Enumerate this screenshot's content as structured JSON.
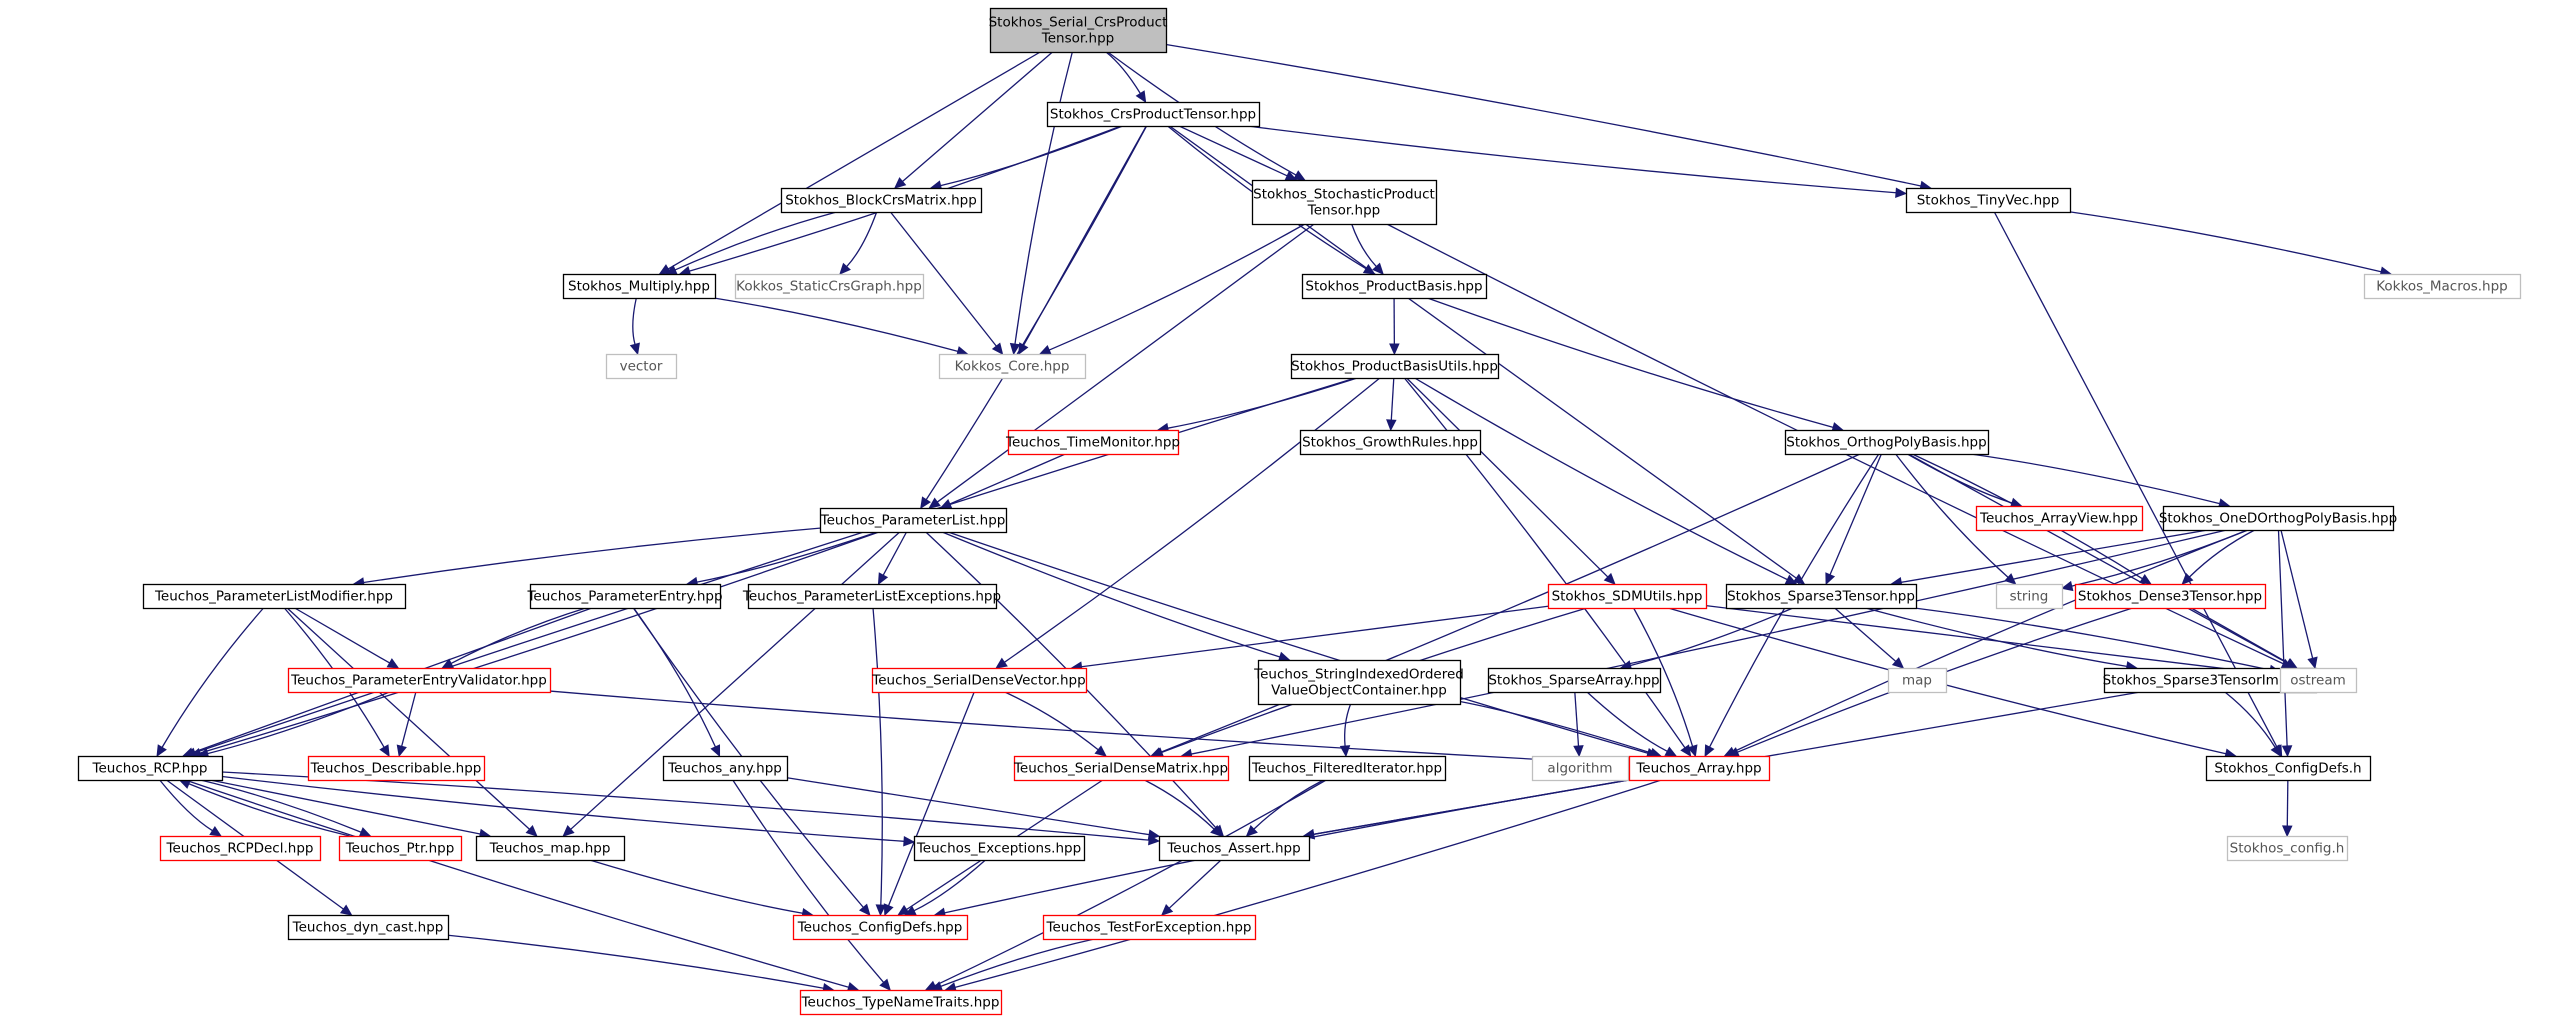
{
  "styles": {
    "root": {
      "fill": "#bfbfbf",
      "stroke": "#000000"
    },
    "black": {
      "fill": "#ffffff",
      "stroke": "#000000"
    },
    "red": {
      "fill": "#ffffff",
      "stroke": "#ff0000"
    },
    "gray": {
      "fill": "#ffffff",
      "stroke": "#bfbfbf"
    },
    "edge_color": "#191970"
  },
  "nodes": [
    {
      "id": "root",
      "lines": [
        "Stokhos_Serial_CrsProduct",
        "Tensor.hpp"
      ],
      "style": "root"
    },
    {
      "id": "crs",
      "lines": [
        "Stokhos_CrsProductTensor.hpp"
      ],
      "style": "black"
    },
    {
      "id": "block",
      "lines": [
        "Stokhos_BlockCrsMatrix.hpp"
      ],
      "style": "black"
    },
    {
      "id": "stoch",
      "lines": [
        "Stokhos_StochasticProduct",
        "Tensor.hpp"
      ],
      "style": "black"
    },
    {
      "id": "tinyvec",
      "lines": [
        "Stokhos_TinyVec.hpp"
      ],
      "style": "black"
    },
    {
      "id": "multiply",
      "lines": [
        "Stokhos_Multiply.hpp"
      ],
      "style": "black"
    },
    {
      "id": "staticcrs",
      "lines": [
        "Kokkos_StaticCrsGraph.hpp"
      ],
      "style": "gray"
    },
    {
      "id": "pbasis",
      "lines": [
        "Stokhos_ProductBasis.hpp"
      ],
      "style": "black"
    },
    {
      "id": "kmacros",
      "lines": [
        "Kokkos_Macros.hpp"
      ],
      "style": "gray"
    },
    {
      "id": "vector",
      "lines": [
        "vector"
      ],
      "style": "gray"
    },
    {
      "id": "kcore",
      "lines": [
        "Kokkos_Core.hpp"
      ],
      "style": "gray"
    },
    {
      "id": "pbutils",
      "lines": [
        "Stokhos_ProductBasisUtils.hpp"
      ],
      "style": "black"
    },
    {
      "id": "timemon",
      "lines": [
        "Teuchos_TimeMonitor.hpp"
      ],
      "style": "red"
    },
    {
      "id": "growth",
      "lines": [
        "Stokhos_GrowthRules.hpp"
      ],
      "style": "black"
    },
    {
      "id": "orthog",
      "lines": [
        "Stokhos_OrthogPolyBasis.hpp"
      ],
      "style": "black"
    },
    {
      "id": "plist",
      "lines": [
        "Teuchos_ParameterList.hpp"
      ],
      "style": "black"
    },
    {
      "id": "arrayview",
      "lines": [
        "Teuchos_ArrayView.hpp"
      ],
      "style": "red"
    },
    {
      "id": "oned",
      "lines": [
        "Stokhos_OneDOrthogPolyBasis.hpp"
      ],
      "style": "black"
    },
    {
      "id": "plmod",
      "lines": [
        "Teuchos_ParameterListModifier.hpp"
      ],
      "style": "black"
    },
    {
      "id": "pentry",
      "lines": [
        "Teuchos_ParameterEntry.hpp"
      ],
      "style": "black"
    },
    {
      "id": "plexc",
      "lines": [
        "Teuchos_ParameterListExceptions.hpp"
      ],
      "style": "black"
    },
    {
      "id": "sdmutils",
      "lines": [
        "Stokhos_SDMUtils.hpp"
      ],
      "style": "red"
    },
    {
      "id": "sparse3",
      "lines": [
        "Stokhos_Sparse3Tensor.hpp"
      ],
      "style": "black"
    },
    {
      "id": "string",
      "lines": [
        "string"
      ],
      "style": "gray"
    },
    {
      "id": "dense3",
      "lines": [
        "Stokhos_Dense3Tensor.hpp"
      ],
      "style": "red"
    },
    {
      "id": "pevalid",
      "lines": [
        "Teuchos_ParameterEntryValidator.hpp"
      ],
      "style": "red"
    },
    {
      "id": "sdv",
      "lines": [
        "Teuchos_SerialDenseVector.hpp"
      ],
      "style": "red"
    },
    {
      "id": "sivo",
      "lines": [
        "Teuchos_StringIndexedOrdered",
        "ValueObjectContainer.hpp"
      ],
      "style": "black"
    },
    {
      "id": "sparsearr",
      "lines": [
        "Stokhos_SparseArray.hpp"
      ],
      "style": "black"
    },
    {
      "id": "map",
      "lines": [
        "map"
      ],
      "style": "gray"
    },
    {
      "id": "sp3imp",
      "lines": [
        "Stokhos_Sparse3TensorImp.hpp"
      ],
      "style": "black"
    },
    {
      "id": "ostream",
      "lines": [
        "ostream"
      ],
      "style": "gray"
    },
    {
      "id": "rcp",
      "lines": [
        "Teuchos_RCP.hpp"
      ],
      "style": "black"
    },
    {
      "id": "describ",
      "lines": [
        "Teuchos_Describable.hpp"
      ],
      "style": "red"
    },
    {
      "id": "any",
      "lines": [
        "Teuchos_any.hpp"
      ],
      "style": "black"
    },
    {
      "id": "sdm",
      "lines": [
        "Teuchos_SerialDenseMatrix.hpp"
      ],
      "style": "red"
    },
    {
      "id": "filtiter",
      "lines": [
        "Teuchos_FilteredIterator.hpp"
      ],
      "style": "black"
    },
    {
      "id": "algorithm",
      "lines": [
        "algorithm"
      ],
      "style": "gray"
    },
    {
      "id": "array",
      "lines": [
        "Teuchos_Array.hpp"
      ],
      "style": "red"
    },
    {
      "id": "configdefs_h",
      "lines": [
        "Stokhos_ConfigDefs.h"
      ],
      "style": "black"
    },
    {
      "id": "rcpdecl",
      "lines": [
        "Teuchos_RCPDecl.hpp"
      ],
      "style": "red"
    },
    {
      "id": "ptr",
      "lines": [
        "Teuchos_Ptr.hpp"
      ],
      "style": "red"
    },
    {
      "id": "tmap",
      "lines": [
        "Teuchos_map.hpp"
      ],
      "style": "black"
    },
    {
      "id": "exceptions",
      "lines": [
        "Teuchos_Exceptions.hpp"
      ],
      "style": "black"
    },
    {
      "id": "assert",
      "lines": [
        "Teuchos_Assert.hpp"
      ],
      "style": "black"
    },
    {
      "id": "sconfig",
      "lines": [
        "Stokhos_config.h"
      ],
      "style": "gray"
    },
    {
      "id": "dyncast",
      "lines": [
        "Teuchos_dyn_cast.hpp"
      ],
      "style": "black"
    },
    {
      "id": "tconfig",
      "lines": [
        "Teuchos_ConfigDefs.hpp"
      ],
      "style": "red"
    },
    {
      "id": "testexc",
      "lines": [
        "Teuchos_TestForException.hpp"
      ],
      "style": "red"
    },
    {
      "id": "typename",
      "lines": [
        "Teuchos_TypeNameTraits.hpp"
      ],
      "style": "red"
    }
  ],
  "edges": [
    [
      "root",
      "crs"
    ],
    [
      "root",
      "block"
    ],
    [
      "root",
      "stoch"
    ],
    [
      "root",
      "tinyvec"
    ],
    [
      "root",
      "multiply"
    ],
    [
      "root",
      "kcore"
    ],
    [
      "crs",
      "block"
    ],
    [
      "crs",
      "stoch"
    ],
    [
      "crs",
      "tinyvec"
    ],
    [
      "crs",
      "multiply"
    ],
    [
      "crs",
      "kcore"
    ],
    [
      "crs",
      "pbasis"
    ],
    [
      "crs",
      "plist"
    ],
    [
      "crs",
      "sparse3"
    ],
    [
      "block",
      "multiply"
    ],
    [
      "block",
      "staticcrs"
    ],
    [
      "block",
      "kcore"
    ],
    [
      "stoch",
      "pbasis"
    ],
    [
      "stoch",
      "kcore"
    ],
    [
      "stoch",
      "plist"
    ],
    [
      "stoch",
      "ostream"
    ],
    [
      "tinyvec",
      "kmacros"
    ],
    [
      "tinyvec",
      "configdefs_h"
    ],
    [
      "multiply",
      "vector"
    ],
    [
      "multiply",
      "kcore"
    ],
    [
      "pbasis",
      "pbutils"
    ],
    [
      "pbasis",
      "orthog"
    ],
    [
      "pbutils",
      "timemon"
    ],
    [
      "pbutils",
      "growth"
    ],
    [
      "pbutils",
      "rcp"
    ],
    [
      "pbutils",
      "sdv"
    ],
    [
      "pbutils",
      "sdmutils"
    ],
    [
      "pbutils",
      "sparse3"
    ],
    [
      "pbutils",
      "array"
    ],
    [
      "timemon",
      "plist"
    ],
    [
      "orthog",
      "arrayview"
    ],
    [
      "orthog",
      "oned"
    ],
    [
      "orthog",
      "sparse3"
    ],
    [
      "orthog",
      "string"
    ],
    [
      "orthog",
      "dense3"
    ],
    [
      "orthog",
      "ostream"
    ],
    [
      "orthog",
      "array"
    ],
    [
      "orthog",
      "sdm"
    ],
    [
      "oned",
      "sparse3"
    ],
    [
      "oned",
      "dense3"
    ],
    [
      "oned",
      "string"
    ],
    [
      "oned",
      "ostream"
    ],
    [
      "oned",
      "array"
    ],
    [
      "oned",
      "sdm"
    ],
    [
      "oned",
      "configdefs_h"
    ],
    [
      "plist",
      "plmod"
    ],
    [
      "plist",
      "pentry"
    ],
    [
      "plist",
      "plexc"
    ],
    [
      "plist",
      "sivo"
    ],
    [
      "plist",
      "rcp"
    ],
    [
      "plist",
      "tmap"
    ],
    [
      "plist",
      "array"
    ],
    [
      "plist",
      "assert"
    ],
    [
      "plmod",
      "pevalid"
    ],
    [
      "plmod",
      "rcp"
    ],
    [
      "plmod",
      "describ"
    ],
    [
      "plmod",
      "tmap"
    ],
    [
      "pentry",
      "pevalid"
    ],
    [
      "pentry",
      "any"
    ],
    [
      "pentry",
      "rcp"
    ],
    [
      "pentry",
      "tconfig"
    ],
    [
      "plexc",
      "tconfig"
    ],
    [
      "sdmutils",
      "sdv"
    ],
    [
      "sdmutils",
      "sdm"
    ],
    [
      "sdmutils",
      "array"
    ],
    [
      "sdmutils",
      "ostream"
    ],
    [
      "sdmutils",
      "configdefs_h"
    ],
    [
      "sparse3",
      "sparsearr"
    ],
    [
      "sparse3",
      "map"
    ],
    [
      "sparse3",
      "sp3imp"
    ],
    [
      "sparse3",
      "ostream"
    ],
    [
      "dense3",
      "ostream"
    ],
    [
      "dense3",
      "array"
    ],
    [
      "pevalid",
      "rcp"
    ],
    [
      "pevalid",
      "describ"
    ],
    [
      "pevalid",
      "array"
    ],
    [
      "sdv",
      "sdm"
    ],
    [
      "sdv",
      "tconfig"
    ],
    [
      "sivo",
      "filtiter"
    ],
    [
      "sivo",
      "array"
    ],
    [
      "sparsearr",
      "algorithm"
    ],
    [
      "sparsearr",
      "array"
    ],
    [
      "sp3imp",
      "configdefs_h"
    ],
    [
      "sp3imp",
      "assert"
    ],
    [
      "rcp",
      "rcpdecl"
    ],
    [
      "rcp",
      "ptr"
    ],
    [
      "rcp",
      "tmap"
    ],
    [
      "rcp",
      "exceptions"
    ],
    [
      "rcp",
      "assert"
    ],
    [
      "rcp",
      "dyncast"
    ],
    [
      "rcp",
      "typename"
    ],
    [
      "ptr",
      "rcp"
    ],
    [
      "any",
      "assert"
    ],
    [
      "any",
      "typename"
    ],
    [
      "sdm",
      "assert"
    ],
    [
      "sdm",
      "tconfig"
    ],
    [
      "filtiter",
      "assert"
    ],
    [
      "filtiter",
      "typename"
    ],
    [
      "array",
      "assert"
    ],
    [
      "array",
      "tconfig"
    ],
    [
      "array",
      "typename"
    ],
    [
      "configdefs_h",
      "sconfig"
    ],
    [
      "tmap",
      "tconfig"
    ],
    [
      "exceptions",
      "tconfig"
    ],
    [
      "assert",
      "testexc"
    ],
    [
      "testexc",
      "typename"
    ],
    [
      "dyncast",
      "typename"
    ]
  ]
}
